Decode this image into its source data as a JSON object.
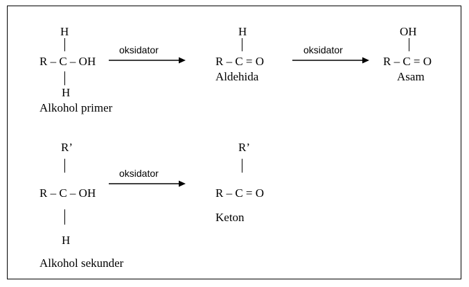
{
  "reaction_primary": {
    "alcohol": {
      "top_substituent": "H",
      "formula": "R – C – OH",
      "bottom_substituent": "H",
      "name": "Alkohol primer"
    },
    "arrow1_label": "oksidator",
    "aldehyde": {
      "top_substituent": "H",
      "formula": "R – C = O",
      "name": "Aldehida"
    },
    "arrow2_label": "oksidator",
    "acid": {
      "top_substituent": "OH",
      "formula": "R – C = O",
      "name": "Asam"
    }
  },
  "reaction_secondary": {
    "alcohol": {
      "top_substituent": "R’",
      "formula": "R – C – OH",
      "bottom_substituent": "H",
      "name": "Alkohol sekunder"
    },
    "arrow_label": "oksidator",
    "ketone": {
      "top_substituent": "R’",
      "formula": "R – C = O",
      "name": "Keton"
    }
  }
}
